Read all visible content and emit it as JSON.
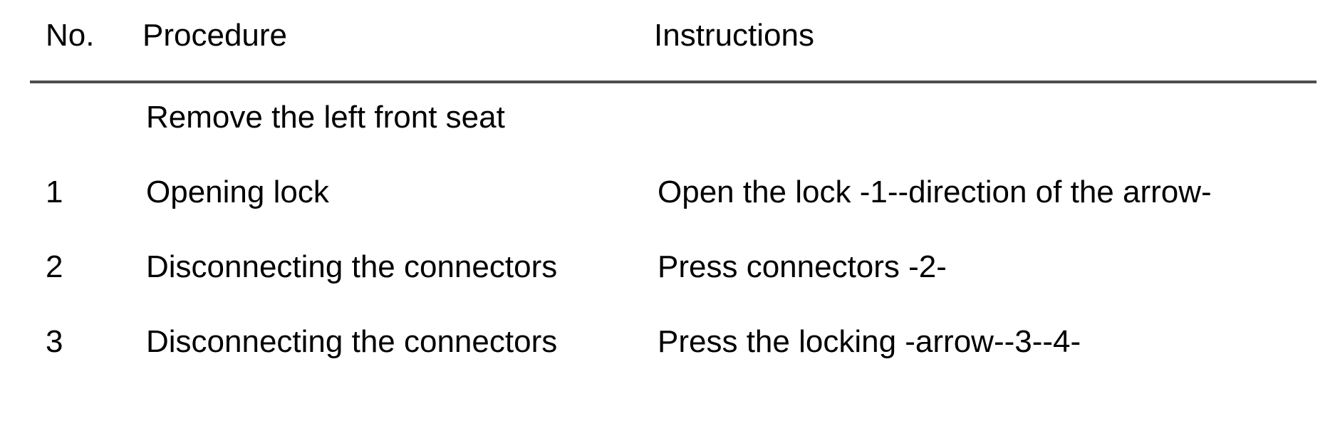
{
  "table": {
    "columns": [
      {
        "key": "no",
        "label": "No."
      },
      {
        "key": "procedure",
        "label": "Procedure"
      },
      {
        "key": "instructions",
        "label": "Instructions"
      }
    ],
    "section_row": {
      "no": "",
      "procedure": "Remove the left front seat",
      "instructions": ""
    },
    "rows": [
      {
        "no": "1",
        "procedure": "Opening lock",
        "instructions": "Open the lock -1--direction of the arrow-"
      },
      {
        "no": "2",
        "procedure": "Disconnecting the connectors",
        "instructions": "Press connectors -2-"
      },
      {
        "no": "3",
        "procedure": "Disconnecting the connectors",
        "instructions": "Press the locking -arrow--3--4-"
      }
    ],
    "colors": {
      "text": "#000000",
      "rule": "#4d4d4d",
      "background": "#ffffff"
    }
  }
}
